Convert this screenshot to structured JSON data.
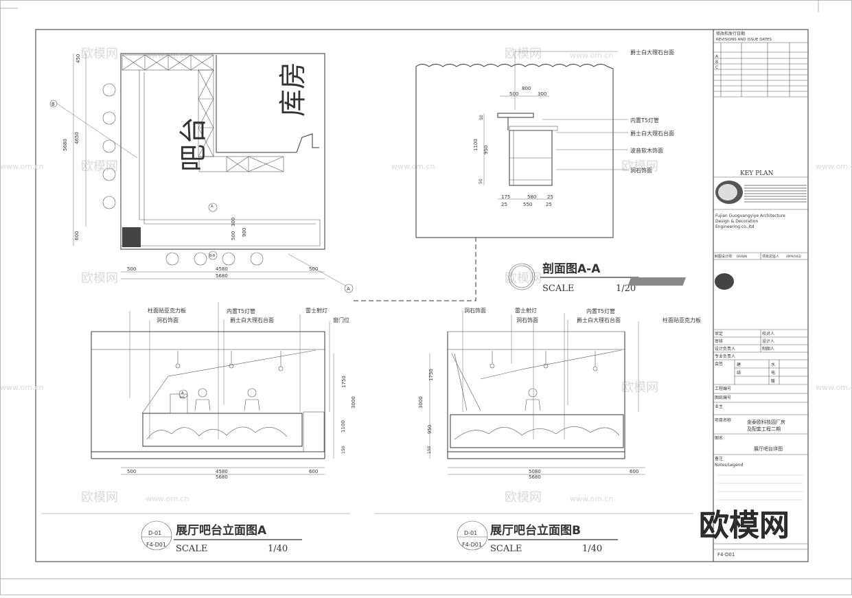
{
  "watermark": {
    "brand": "欧模网",
    "url": "www.om.cn",
    "corner_logo": "欧模网"
  },
  "plan": {
    "label_bar": "吧台",
    "label_store": "库房",
    "dims_left": [
      "450",
      "4650",
      "5680",
      "600"
    ],
    "dims_right": [
      "300",
      "500",
      "900"
    ],
    "dims_bottom": [
      "500",
      "4580",
      "500",
      "5680"
    ],
    "marker_b": "B",
    "marker_a": "A",
    "section_tag_top": "A",
    "section_tag_mid": "B-B"
  },
  "section": {
    "dims_top": [
      "800",
      "500",
      "300"
    ],
    "dims_left": [
      "50",
      "1100",
      "950",
      "50"
    ],
    "dims_bottom": [
      "175",
      "580",
      "25",
      "25",
      "550",
      "25"
    ],
    "callouts": [
      "爵士白大理石台面",
      "内置T5灯管",
      "爵士白大理石台面",
      "波音软木饰面",
      "洞石饰面"
    ],
    "title": "剖面图A-A",
    "scale_label": "SCALE",
    "scale_value": "1/20"
  },
  "elev_a": {
    "callouts": [
      "柱面贴亚克力板",
      "洞石饰面",
      "内置T5灯管",
      "爵士白大理石台面",
      "雷士射灯",
      "窗门位"
    ],
    "dims_right": [
      "1750",
      "3000",
      "1100",
      "150"
    ],
    "dims_bottom": [
      "500",
      "4580",
      "600",
      "5680"
    ],
    "tag": "A",
    "tag_sub": "B-B",
    "title": "展厅吧台立面图A",
    "code_top": "D-01",
    "code_bottom": "F4-D01",
    "scale_label": "SCALE",
    "scale_value": "1/40"
  },
  "elev_b": {
    "callouts": [
      "洞石饰面",
      "雷士射灯",
      "洞石饰面",
      "内置T5灯管",
      "爵士白大理石台面",
      "柱面贴亚克力板"
    ],
    "dims_left": [
      "1750",
      "3000",
      "950",
      "150"
    ],
    "dims_bottom": [
      "5080",
      "600",
      "5680"
    ],
    "title": "展厅吧台立面图B",
    "code_top": "D-01",
    "code_bottom": "F4-D01",
    "scale_label": "SCALE",
    "scale_value": "1/40"
  },
  "titleblock": {
    "revisions_cn": "修改和发行日期",
    "revisions_en": "REVISIONS AND ISSUE DATES",
    "rev_rows": [
      "A",
      "B",
      "C"
    ],
    "key_plan": "KEY PLAN",
    "company_en_1": "Fujian Guoguangyiye Architecture",
    "company_en_2": "Design & Decoration",
    "company_en_3": "Engineering co.,ltd",
    "drawn_label": "制图设计师",
    "drawn_en": "DRAWN",
    "approved_label": "项目总监人",
    "approved_en": "APPROVED",
    "roles": [
      [
        "审定",
        "校对人"
      ],
      [
        "审核",
        "设计人"
      ],
      [
        "设计负责人",
        "制图人"
      ],
      [
        "专业负责人",
        ""
      ]
    ],
    "sign_labels": [
      "会签",
      "建",
      "结",
      "水",
      "电",
      "暖"
    ],
    "contract_no": "工程编号",
    "drawing_no": "图纸编号",
    "client": "业主",
    "project_label": "项目名称",
    "project_name_1": "金泰欧科技园厂房",
    "project_name_2": "及配套工程二期",
    "drawing_label": "图名",
    "drawing_name": "展厅吧台详图",
    "notes_cn": "备注",
    "notes_en": "Notes/Legend",
    "sheet_no": "F4-D01"
  }
}
